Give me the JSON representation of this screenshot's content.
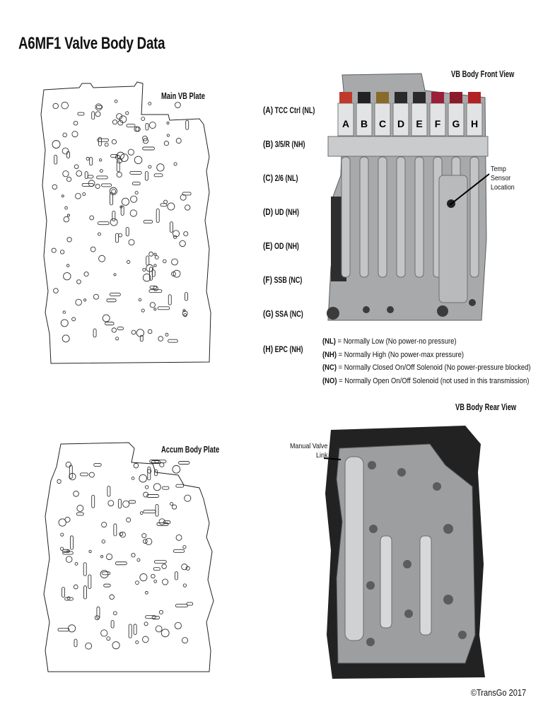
{
  "title": "A6MF1 Valve Body Data",
  "captions": {
    "main_plate": "Main VB Plate",
    "accum_plate": "Accum Body Plate",
    "front_view": "VB Body Front View",
    "rear_view": "VB Body Rear View"
  },
  "solenoids": [
    {
      "letter": "(A)",
      "name": "TCC Ctrl (NL)"
    },
    {
      "letter": "(B)",
      "name": "3/5/R (NH)"
    },
    {
      "letter": "(C)",
      "name": "2/6 (NL)"
    },
    {
      "letter": "(D)",
      "name": "UD (NH)"
    },
    {
      "letter": "(E)",
      "name": "OD (NH)"
    },
    {
      "letter": "(F)",
      "name": "SSB (NC)"
    },
    {
      "letter": "(G)",
      "name": "SSA (NC)"
    },
    {
      "letter": "(H)",
      "name": "EPC (NH)"
    }
  ],
  "solenoid_tags": [
    "A",
    "B",
    "C",
    "D",
    "E",
    "F",
    "G",
    "H"
  ],
  "legend": [
    {
      "code": "(NL)",
      "text": " = Normally Low (No power-no pressure)"
    },
    {
      "code": "(NH)",
      "text": " = Normally High (No power-max pressure)"
    },
    {
      "code": "(NC)",
      "text": " = Normally Closed On/Off Solenoid (No power-pressure blocked)"
    },
    {
      "code": "(NO)",
      "text": " = Normally Open On/Off Solenoid (not used in this transmission)"
    }
  ],
  "temp_sensor": [
    "Temp",
    "Sensor",
    "Location"
  ],
  "manual_valve": [
    "Manual Valve",
    "Link"
  ],
  "copyright": "©TransGo 2017",
  "colors": {
    "solenoid_caps": [
      "#c0392b",
      "#222222",
      "#8a6a2a",
      "#2a2a2a",
      "#2a2a2a",
      "#9c1f3a",
      "#8b1a2a",
      "#b22222"
    ]
  }
}
